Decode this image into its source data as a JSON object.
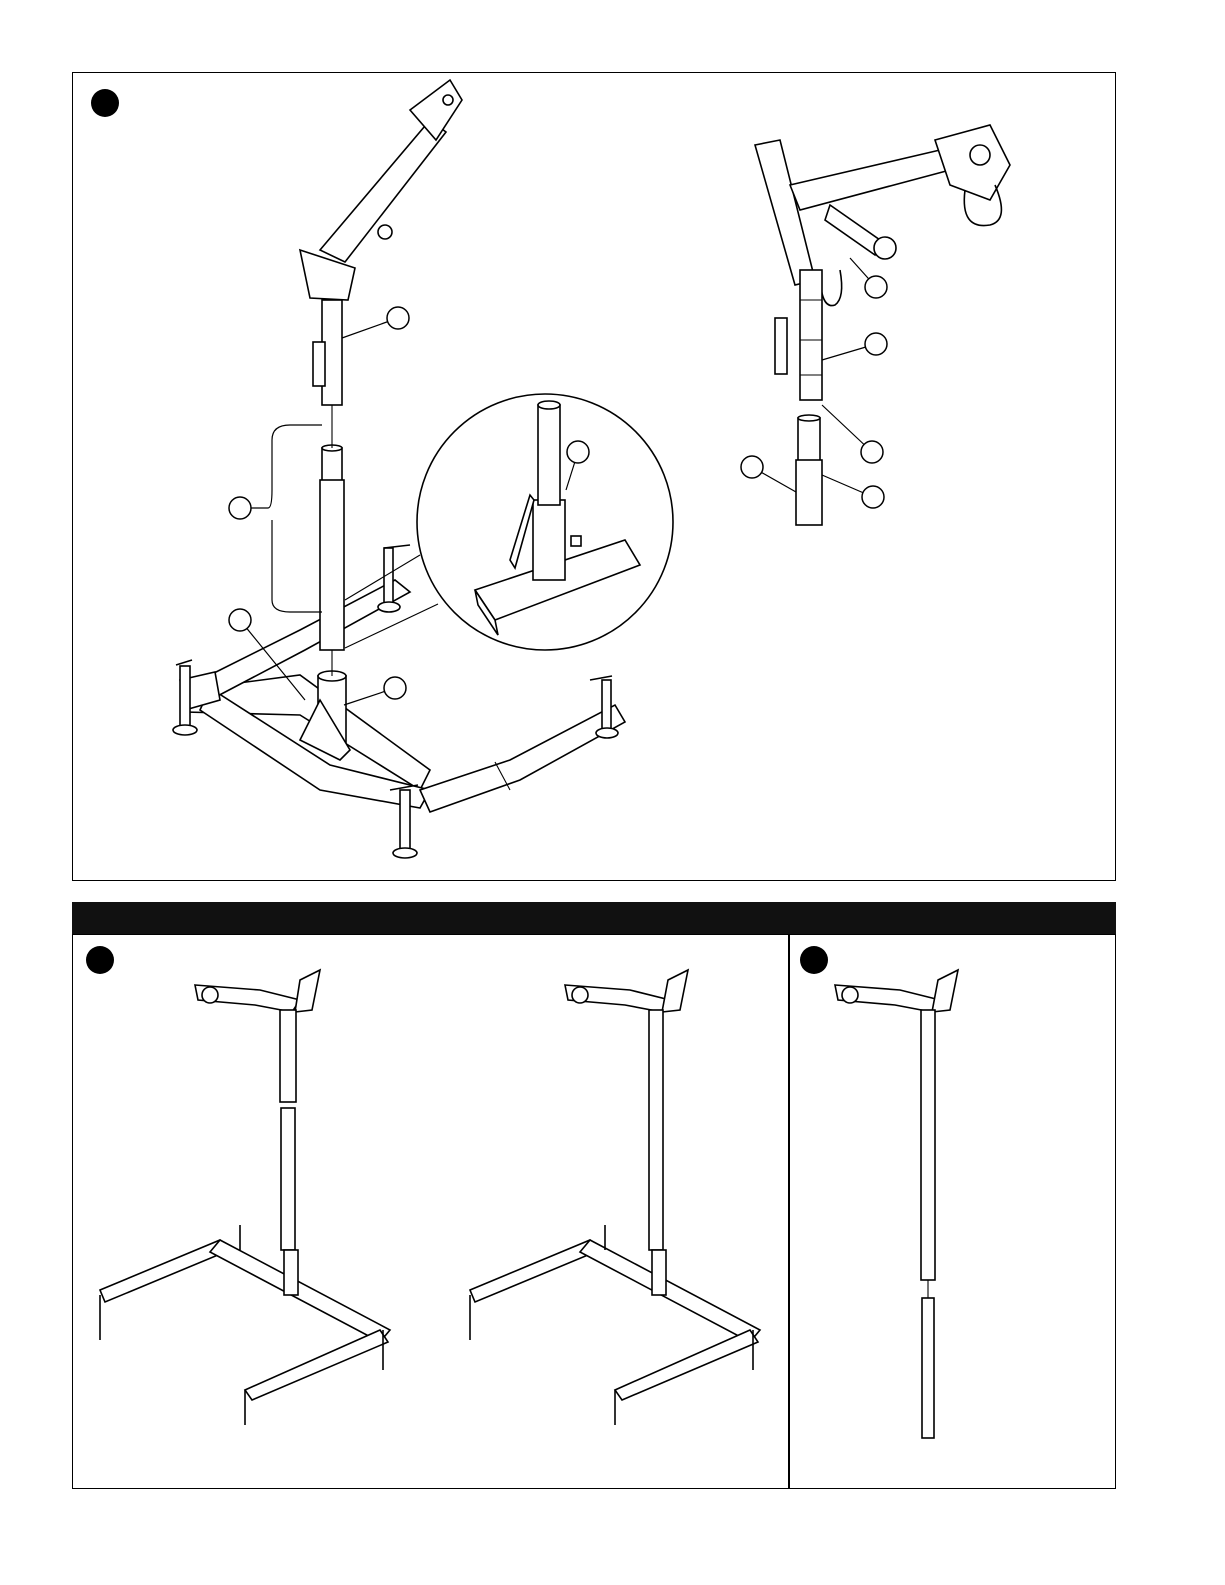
{
  "figure": {
    "step_markers": [
      "step-1",
      "step-2",
      "step-3"
    ],
    "header_bar": {
      "color": "#111111",
      "text": ""
    },
    "colors": {
      "line": "#000000",
      "background": "#ffffff"
    }
  }
}
